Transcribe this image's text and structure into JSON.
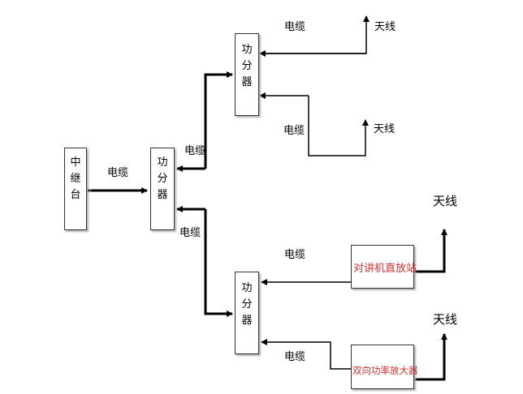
{
  "blocks": {
    "relay": "中继台",
    "splitter_main": "功分器",
    "splitter_top": "功分器",
    "splitter_bottom": "功分器",
    "repeater": "对讲机直放站",
    "amplifier": "双向功率放大器"
  },
  "labels": {
    "cable": "电缆",
    "antenna": "天线"
  },
  "colors": {
    "line": "#000000",
    "device_text": "#d83030"
  }
}
